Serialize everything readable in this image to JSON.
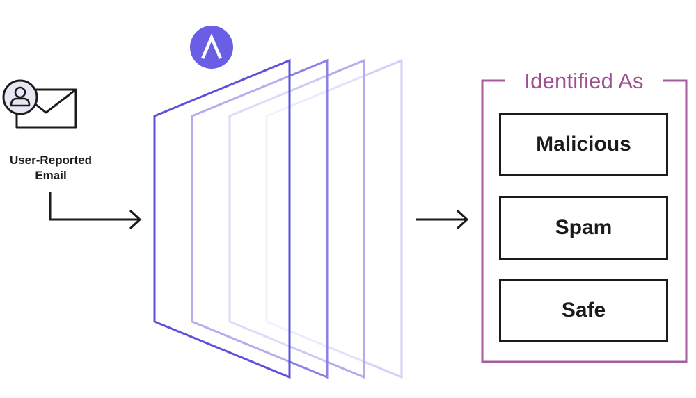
{
  "input": {
    "label_line1": "User-Reported",
    "label_line2": "Email"
  },
  "output": {
    "title": "Identified As",
    "categories": [
      {
        "label": "Malicious"
      },
      {
        "label": "Spam"
      },
      {
        "label": "Safe"
      }
    ]
  },
  "colors": {
    "stroke_dark": "#1b1b1b",
    "layer_primary": "#5b51da",
    "layer_mid": "#8a82e4",
    "layer_light": "#b1abef",
    "layer_lightest": "#d3d0f7",
    "badge_fill": "#6a5fe4",
    "group_border": "#a65c9d",
    "group_title": "#9e4f8e",
    "avatar_fill": "#e8e6f2"
  },
  "icons": {
    "email": "user-email-envelope-icon",
    "badge": "abnormal-logo-icon",
    "arrows": "arrow-right-icon"
  }
}
